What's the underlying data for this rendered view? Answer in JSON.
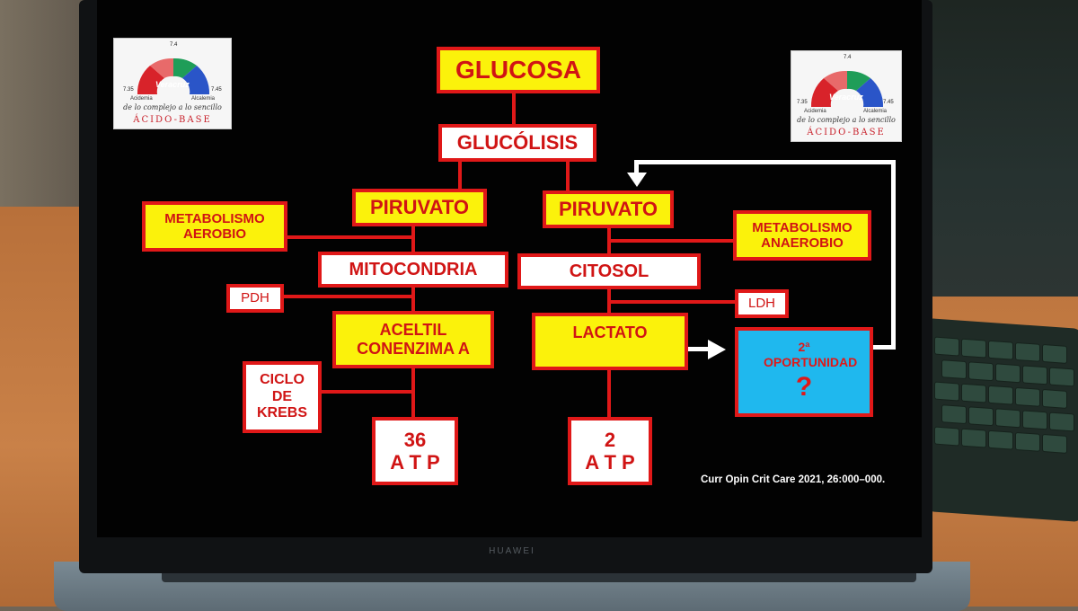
{
  "logo": {
    "ph_mid": "7.4",
    "ph_low": "7.35",
    "ph_high": "7.45",
    "city": "Veracruz",
    "acid_label": "Acidemia",
    "alk_label": "Alcalemia",
    "tagline": "de lo complejo a lo sencillo",
    "title": "ÁCIDO-BASE"
  },
  "diagram": {
    "glucosa": "GLUCOSA",
    "glucolisis": "GLUCÓLISIS",
    "piruvato_left": "PIRUVATO",
    "piruvato_right": "PIRUVATO",
    "metab_aerobio": "METABOLISMO AEROBIO",
    "metab_anaerobio": "METABOLISMO ANAEROBIO",
    "mitocondria": "MITOCONDRIA",
    "citosol": "CITOSOL",
    "pdh": "PDH",
    "ldh": "LDH",
    "acetil": "ACELTIL CONENZIMA A",
    "lactato": "LACTATO",
    "krebs": "CICLO DE KREBS",
    "atp_left_num": "36",
    "atp_left_unit": "A T P",
    "atp_right_num": "2",
    "atp_right_unit": "A T P",
    "oportunidad": "2ª OPORTUNIDAD",
    "question": "?"
  },
  "citation": "Curr Opin Crit Care 2021, 26:000–000.",
  "laptop_brand": "HUAWEI",
  "colors": {
    "box_border": "#e01818",
    "box_yellow": "#fbf20b",
    "box_cyan": "#1fb8ee",
    "text_red": "#d01414",
    "screen_bg": "#020202"
  }
}
